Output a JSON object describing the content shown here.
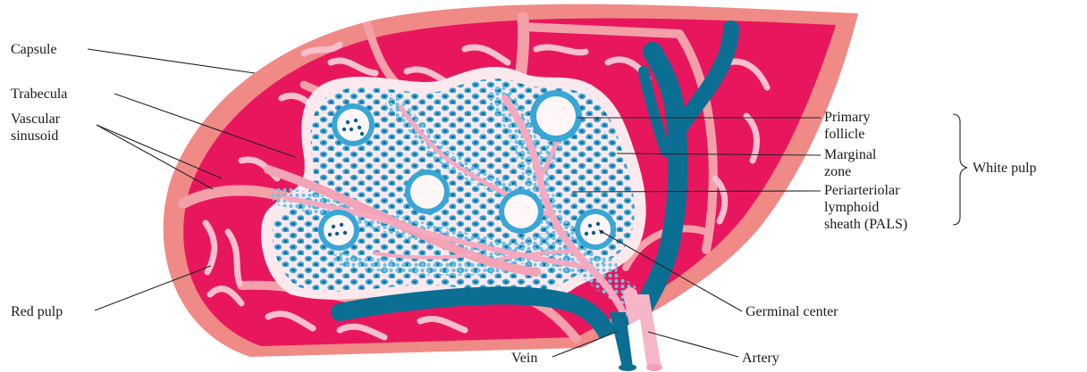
{
  "colors": {
    "capsule": "#f08a86",
    "red_pulp": "#e8175d",
    "trabecula": "#f4b3c3",
    "white_pulp": "#fbe9ee",
    "lymphocyte": "#3aa6d6",
    "lymphocyte_core": "#0b5f8c",
    "vein": "#0a6f93",
    "artery": "#f7b6c8",
    "leader": "#222222"
  },
  "labels": {
    "capsule": "Capsule",
    "trabecula": "Trabecula",
    "vascular_1": "Vascular",
    "vascular_2": "sinusoid",
    "red_pulp": "Red pulp",
    "vein": "Vein",
    "artery": "Artery",
    "germinal_center": "Germinal center",
    "primary_1": "Primary",
    "primary_2": "follicle",
    "marginal_1": "Marginal",
    "marginal_2": "zone",
    "pals_1": "Periarteriolar",
    "pals_2": "lymphoid",
    "pals_3": "sheath (PALS)",
    "white_pulp": "White pulp"
  }
}
